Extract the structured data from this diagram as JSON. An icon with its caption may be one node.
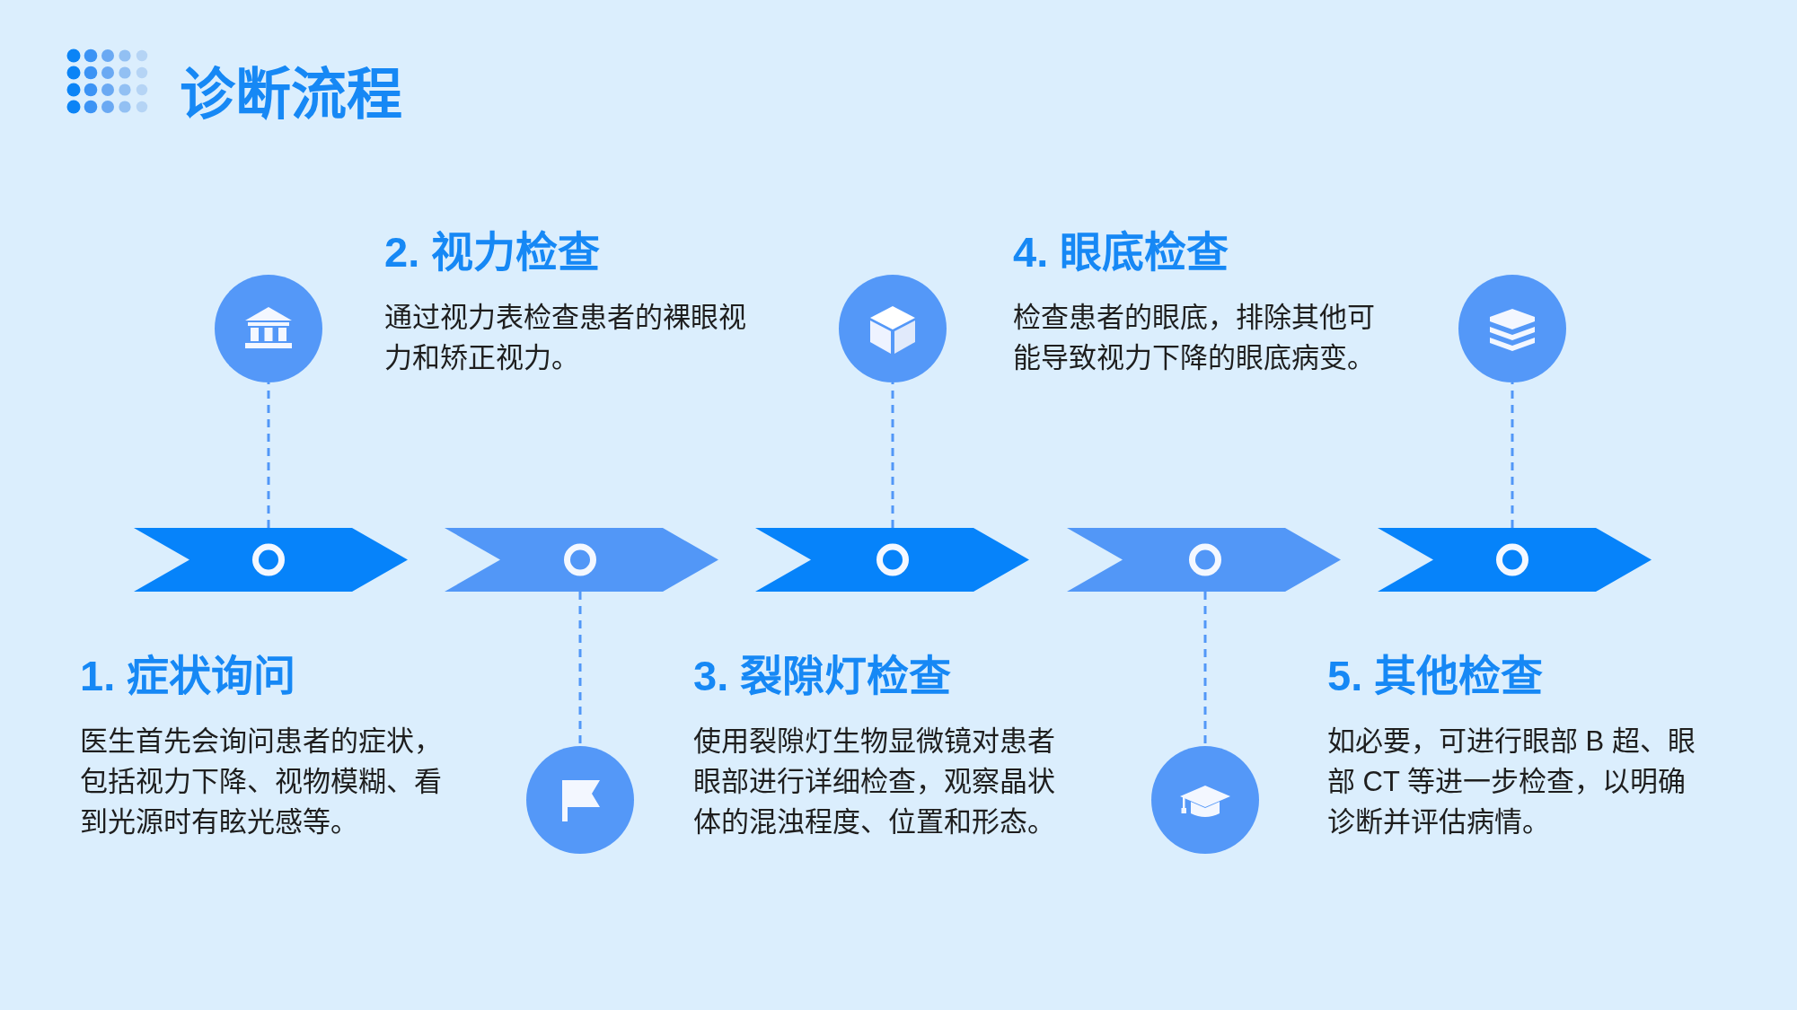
{
  "diagram": {
    "title": "诊断流程",
    "nodes": [
      {
        "text": [],
        "shape": "chevron",
        "beside": [
          "1. 症状询问",
          "医生首先会询问患者的症状，包括视力下降、视物模糊、看到光源时有眩光感等。"
        ]
      },
      {
        "text": [],
        "shape": "circle"
      },
      {
        "text": [],
        "shape": "chevron",
        "beside": [
          "2. 视力检查",
          "通过视力表检查患者的裸眼视力和矫正视力。"
        ]
      },
      {
        "text": [],
        "shape": "circle"
      },
      {
        "text": [],
        "shape": "chevron",
        "beside": [
          "3. 裂隙灯检查",
          "使用裂隙灯生物显微镜对患者眼部进行详细检查，观察晶状体的混浊程度、位置和形态。"
        ]
      },
      {
        "text": [],
        "shape": "circle"
      },
      {
        "text": [],
        "shape": "chevron",
        "beside": [
          "4. 眼底检查",
          "检查患者的眼底，排除其他可能导致视力下降的眼底病变。"
        ]
      },
      {
        "text": [],
        "shape": "circle"
      },
      {
        "text": [],
        "shape": "chevron",
        "beside": [
          "5. 其他检查",
          "如必要，可进行眼部 B 超、眼部 CT 等进一步检查，以明确诊断并评估病情。"
        ]
      },
      {
        "text": [],
        "shape": "circle"
      }
    ],
    "edges": [
      {
        "from": 0,
        "to": 1,
        "arrow": "none",
        "style": "dashed"
      },
      {
        "from": 2,
        "to": 3,
        "arrow": "none",
        "style": "dashed"
      },
      {
        "from": 4,
        "to": 5,
        "arrow": "none",
        "style": "dashed"
      },
      {
        "from": 6,
        "to": 7,
        "arrow": "none",
        "style": "dashed"
      },
      {
        "from": 8,
        "to": 9,
        "arrow": "none",
        "style": "dashed"
      }
    ]
  }
}
